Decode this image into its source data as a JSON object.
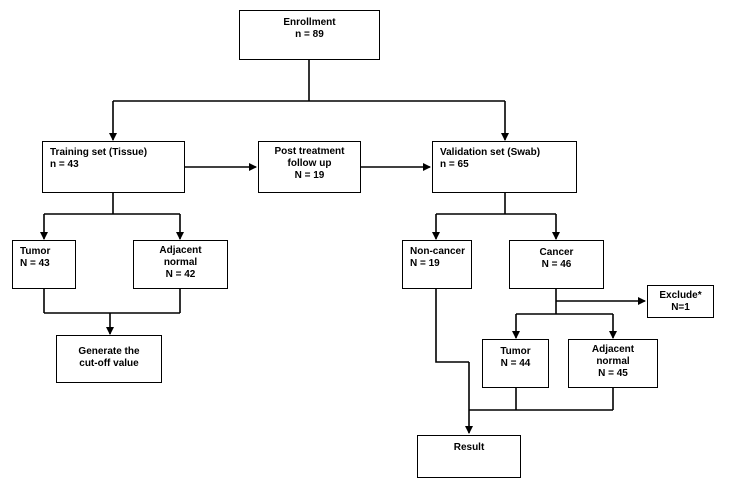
{
  "nodes": {
    "enrollment": {
      "line1": "Enrollment",
      "line2": "n = 89"
    },
    "training": {
      "line1": "Training set (Tissue)",
      "line2": "n = 43"
    },
    "post_treatment": {
      "line1": "Post treatment",
      "line2": "follow up",
      "line3": "N = 19"
    },
    "validation": {
      "line1": "Validation set (Swab)",
      "line2": "n = 65"
    },
    "training_tumor": {
      "line1": "Tumor",
      "line2": "N = 43"
    },
    "training_adjacent": {
      "line1": "Adjacent",
      "line2": "normal",
      "line3": "N = 42"
    },
    "cutoff": {
      "line1": "Generate the",
      "line2": "cut-off value"
    },
    "non_cancer": {
      "line1": "Non-cancer",
      "line2": "N = 19"
    },
    "cancer": {
      "line1": "Cancer",
      "line2": "N = 46"
    },
    "exclude": {
      "line1": "Exclude*",
      "line2": "N=1"
    },
    "validation_tumor": {
      "line1": "Tumor",
      "line2": "N = 44"
    },
    "validation_adjacent": {
      "line1": "Adjacent",
      "line2": "normal",
      "line3": "N = 45"
    },
    "result": {
      "line1": "Result"
    }
  },
  "colors": {
    "line": "#000000",
    "box_border": "#000000",
    "background": "#ffffff"
  }
}
